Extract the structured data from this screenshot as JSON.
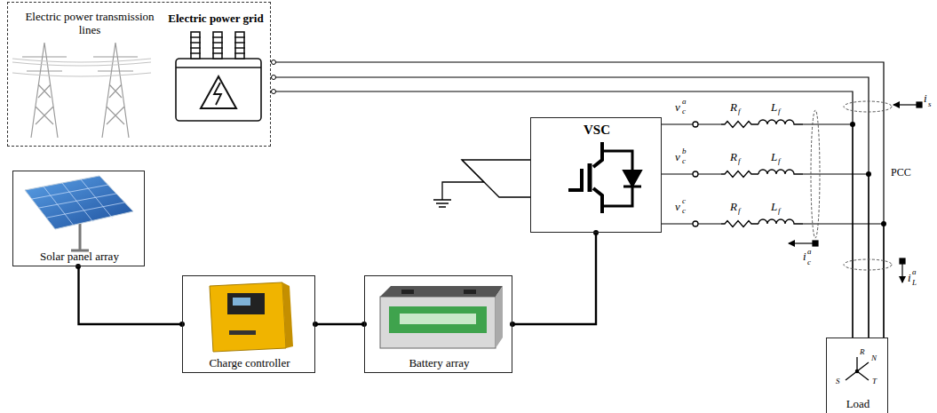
{
  "diagram": {
    "nodes": [
      {
        "text": [
          "Electric power transmission lines",
          "Electric power grid"
        ]
      },
      {
        "text": [
          "VSC"
        ]
      },
      {
        "text": [
          "Solar panel array"
        ]
      },
      {
        "text": [
          "Charge controller"
        ]
      },
      {
        "text": [
          "Battery array"
        ]
      },
      {
        "text": [
          "Load"
        ]
      }
    ],
    "edges": [
      {
        "from": 2,
        "to": 3,
        "arrow": "none"
      },
      {
        "from": 3,
        "to": 4,
        "arrow": "none"
      },
      {
        "from": 4,
        "to": 1,
        "arrow": "none"
      },
      {
        "from": 0,
        "to": 5,
        "arrow": "none"
      },
      {
        "from": 0,
        "to": 5,
        "arrow": "none"
      },
      {
        "from": 0,
        "to": 5,
        "arrow": "none"
      },
      {
        "from": 1,
        "to": 5,
        "arrow": "none"
      },
      {
        "from": 1,
        "to": 5,
        "arrow": "none"
      },
      {
        "from": 1,
        "to": 5,
        "arrow": "none"
      }
    ],
    "labels": [
      "v",
      "a",
      "c",
      "R",
      "f",
      "L",
      "f",
      "v",
      "b",
      "c",
      "R",
      "f",
      "L",
      "f",
      "v",
      "c",
      "c",
      "R",
      "f",
      "L",
      "f",
      "PCC",
      "i",
      "s",
      "i",
      "a",
      "c",
      "i",
      "a",
      "L",
      "R",
      "N",
      "S",
      "T"
    ]
  }
}
